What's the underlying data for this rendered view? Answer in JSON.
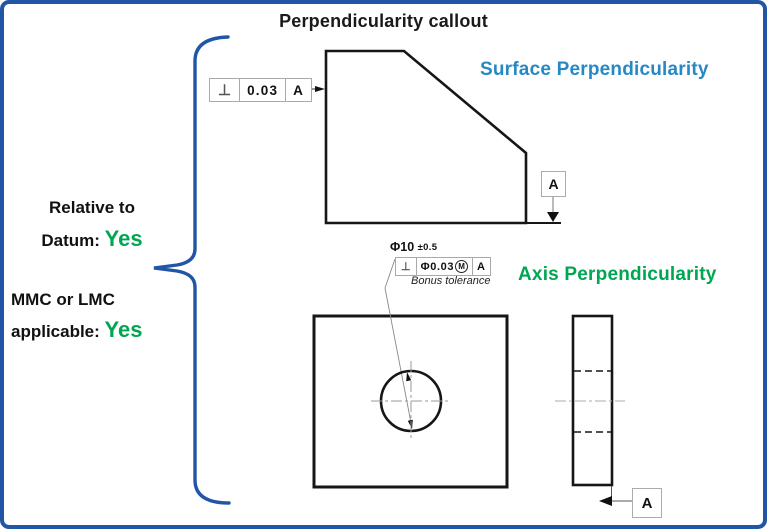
{
  "title": "Perpendicularity callout",
  "colors": {
    "border_blue": "#2155a6",
    "brace_blue": "#2155a6",
    "surface_blue": "#2689c6",
    "green": "#00a651"
  },
  "left_panel": {
    "relative_line1": "Relative to",
    "relative_label": "Datum:",
    "relative_value": "Yes",
    "mmc_line1": "MMC or LMC",
    "mmc_label": "applicable:",
    "mmc_value": "Yes"
  },
  "surface": {
    "heading": "Surface Perpendicularity",
    "fcf": {
      "symbol": "⊥",
      "tolerance": "0.03",
      "datum": "A"
    },
    "datum_flag": "A"
  },
  "axis": {
    "heading": "Axis Perpendicularity",
    "size": "Φ10",
    "size_tolerance": "±0.5",
    "fcf": {
      "symbol": "⊥",
      "tolerance": "Φ0.03",
      "modifier": "M",
      "datum": "A"
    },
    "note": "Bonus tolerance",
    "datum_flag": "A"
  }
}
